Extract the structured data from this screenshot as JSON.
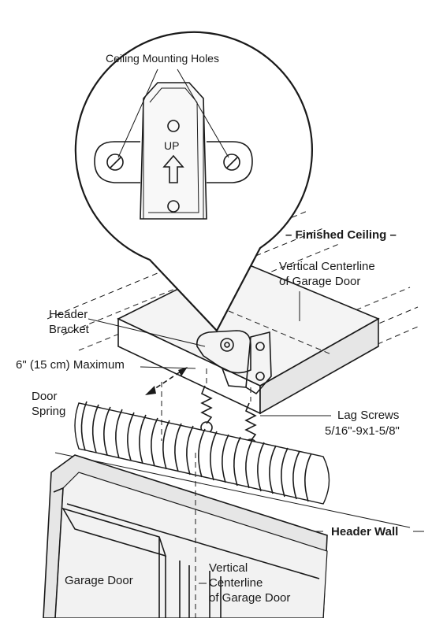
{
  "labels": {
    "ceiling_mounting_holes": "Ceiling Mounting Holes",
    "up": "UP",
    "finished_ceiling": "– Finished Ceiling –",
    "vertical_centerline_top_1": "Vertical Centerline",
    "vertical_centerline_top_2": "of Garage Door",
    "header": "Header",
    "bracket": "Bracket",
    "maximum": "6\" (15 cm) Maximum",
    "door": "Door",
    "spring": "Spring",
    "lag_screws": "Lag Screws",
    "lag_screws_size": "5/16\"-9x1-5/8\"",
    "header_wall": "Header Wall",
    "garage_door": "Garage Door",
    "vertical_centerline_bottom_1": "Vertical",
    "vertical_centerline_bottom_2": "Centerline",
    "vertical_centerline_bottom_3": "of Garage Door"
  },
  "colors": {
    "ink": "#1a1a1a",
    "shade": "#e6e6e6",
    "background": "#ffffff"
  }
}
